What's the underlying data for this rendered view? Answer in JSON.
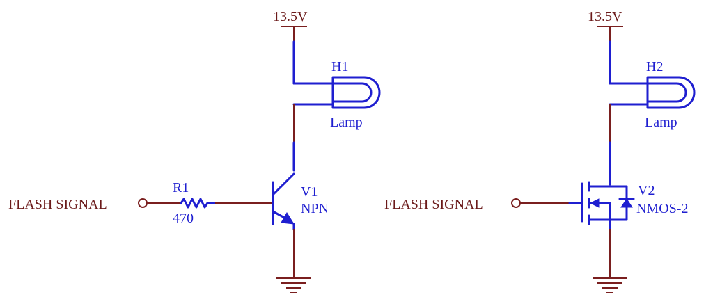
{
  "left_circuit": {
    "supply": "13.5V",
    "lamp": {
      "designator": "H1",
      "value": "Lamp"
    },
    "resistor": {
      "designator": "R1",
      "value": "470"
    },
    "transistor": {
      "designator": "V1",
      "type": "NPN"
    },
    "input": "FLASH SIGNAL"
  },
  "right_circuit": {
    "supply": "13.5V",
    "lamp": {
      "designator": "H2",
      "value": "Lamp"
    },
    "transistor": {
      "designator": "V2",
      "type": "NMOS-2"
    },
    "input": "FLASH SIGNAL"
  },
  "colors": {
    "wire": "#7a1f1f",
    "component": "#1f1fd0",
    "label": "#6b1a1a"
  }
}
